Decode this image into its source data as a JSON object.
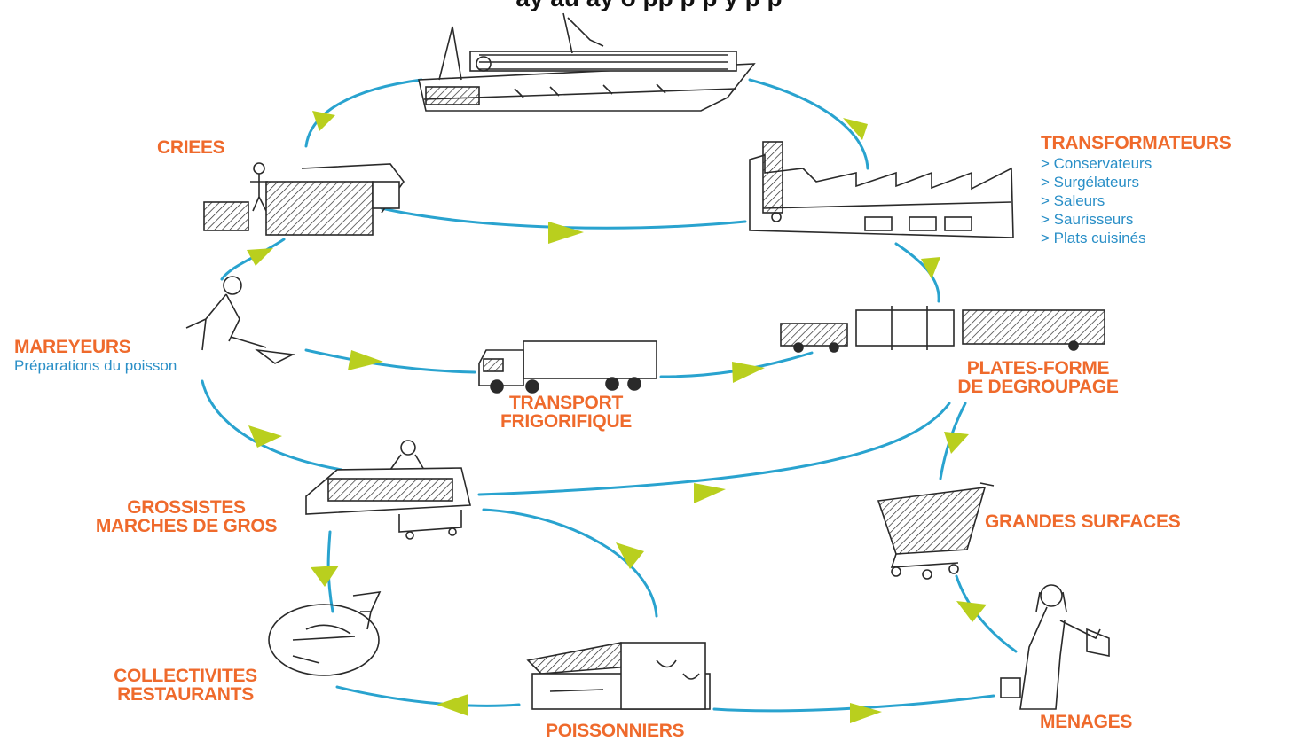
{
  "header_fragment": "ay    au    ay     o    pp    p     p    y   p   p",
  "colors": {
    "flow_line": "#29a3cf",
    "arrow_head": "#b9cf1e",
    "label": "#ef6a2c",
    "sublabel": "#2a8fc7",
    "drawing": "#2a2a2a"
  },
  "nodes": {
    "boat": {
      "icon": "fishing-boat-icon"
    },
    "criees": {
      "label": "CRIEES",
      "icon": "auction-hall-icon"
    },
    "transformateurs": {
      "label": "TRANSFORMATEURS",
      "icon": "factory-icon",
      "items": [
        "> Conservateurs",
        "> Surgélateurs",
        "> Saleurs",
        "> Saurisseurs",
        "> Plats cuisinés"
      ]
    },
    "mareyeurs": {
      "label": "MAREYEURS",
      "sub": "Préparations du poisson",
      "icon": "fish-worker-icon"
    },
    "transport": {
      "line1": "TRANSPORT",
      "line2": "FRIGORIFIQUE",
      "icon": "refrigerated-truck-icon"
    },
    "plateformes": {
      "line1": "PLATES-FORME",
      "line2": "DE DEGROUPAGE",
      "icon": "warehouse-trucks-icon"
    },
    "grossistes": {
      "line1": "GROSSISTES",
      "line2": "MARCHES DE GROS",
      "icon": "wholesale-stall-icon"
    },
    "grandes_surfaces": {
      "label": "GRANDES SURFACES",
      "icon": "shopping-cart-icon"
    },
    "collectivites": {
      "line1": "COLLECTIVITES",
      "line2": "RESTAURANTS",
      "icon": "restaurant-plate-icon"
    },
    "poissonniers": {
      "label": "POISSONNIERS",
      "icon": "fish-shop-icon"
    },
    "menages": {
      "label": "MENAGES",
      "icon": "shopper-woman-icon"
    }
  }
}
